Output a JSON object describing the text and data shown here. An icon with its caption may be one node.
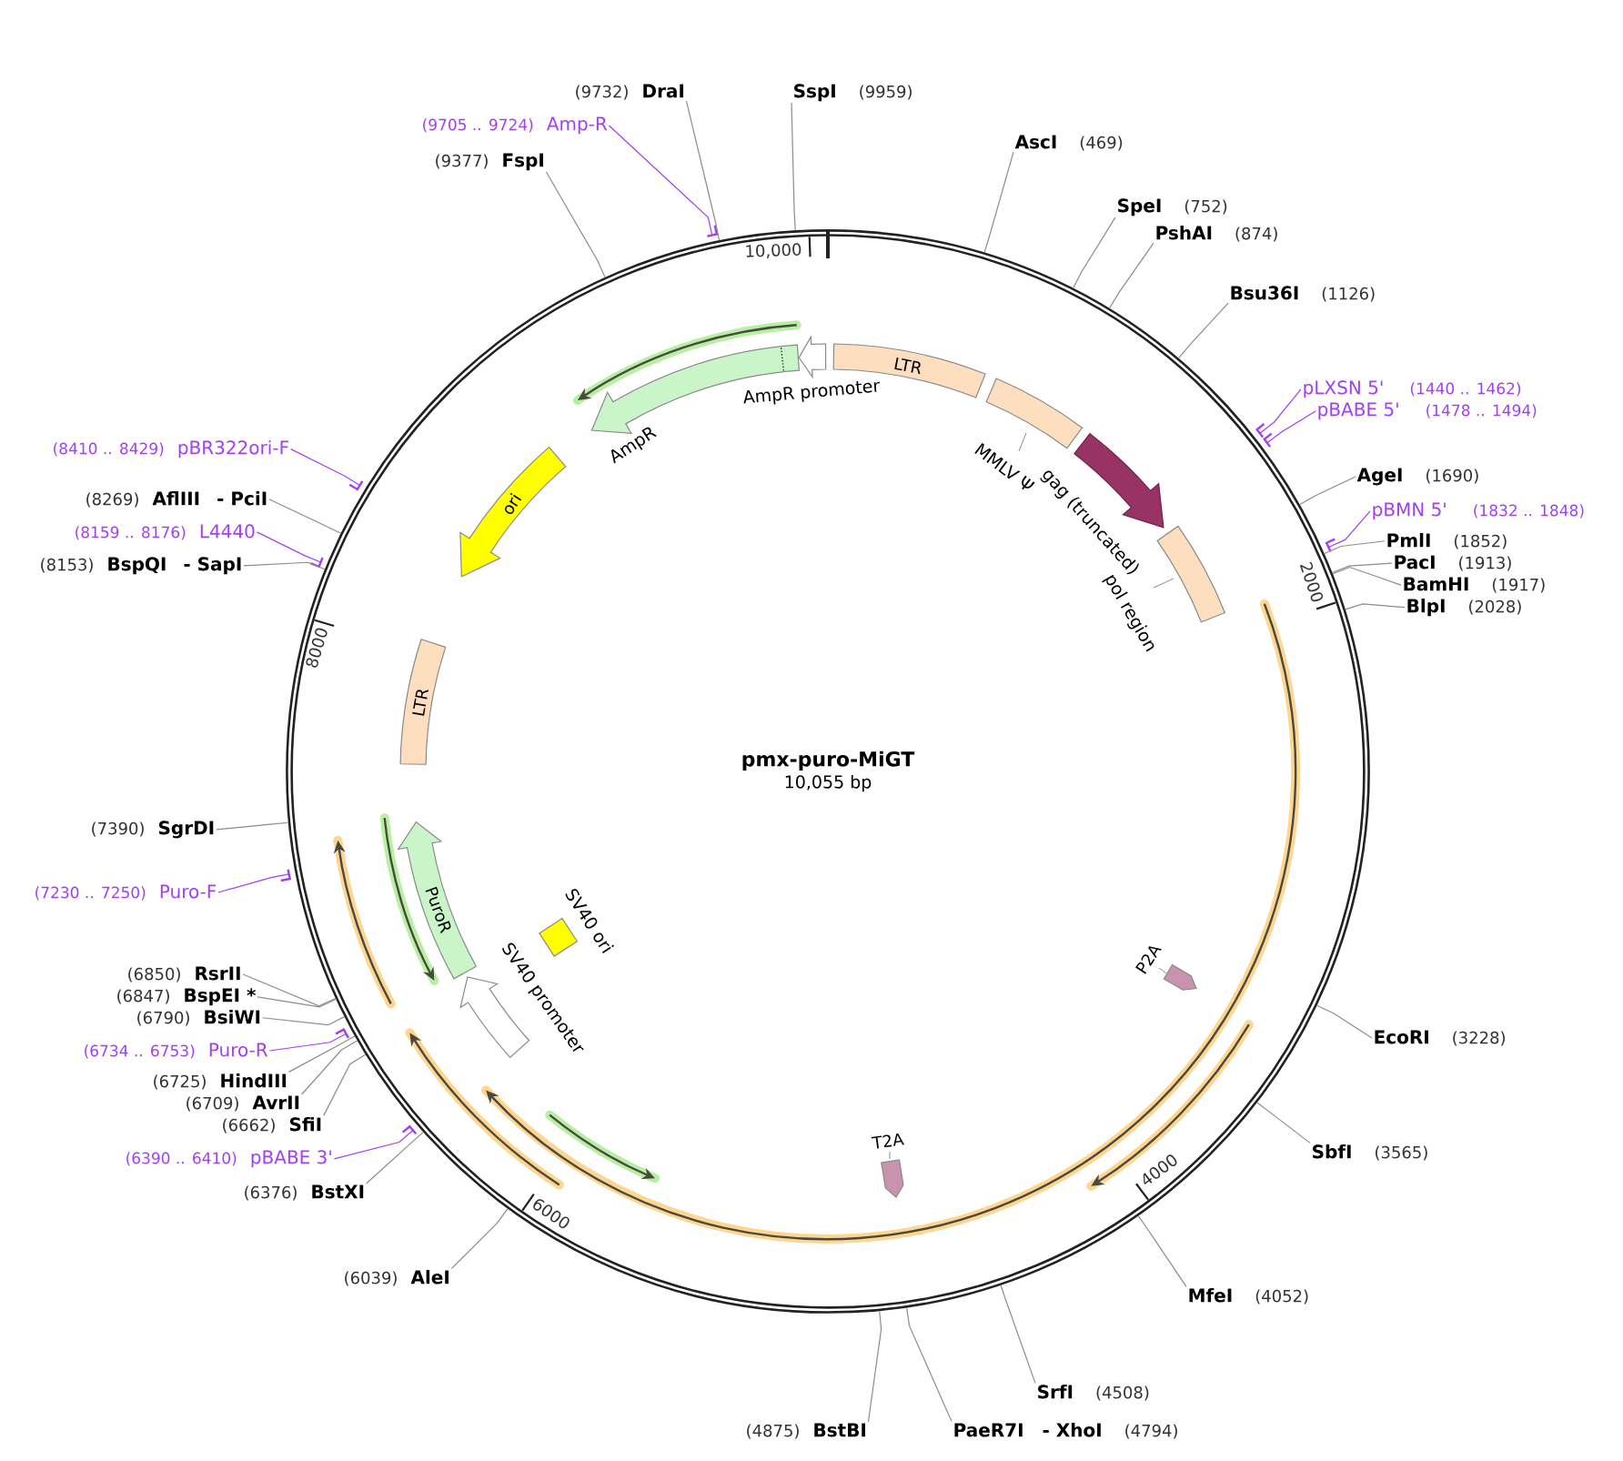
{
  "diagram": {
    "nodes": [
      {
        "text": [
          "pmx-puro-MiGT",
          "10,055 bp"
        ]
      },
      {
        "text": [
          "AmpR promoter"
        ],
        "in": 0
      },
      {
        "text": [
          "LTR"
        ],
        "in": 0
      },
      {
        "text": [
          "AmpR"
        ],
        "in": 0
      },
      {
        "text": [
          "MMLV Ψ"
        ],
        "in": 0
      },
      {
        "text": [
          "gag (truncated)"
        ],
        "in": 0
      },
      {
        "text": [
          "ori"
        ],
        "in": 0
      },
      {
        "text": [
          "pol region"
        ],
        "in": 0
      },
      {
        "text": [
          "LTR"
        ],
        "in": 0
      },
      {
        "text": [
          "PuroR"
        ],
        "in": 0
      },
      {
        "text": [
          "SV40 ori"
        ],
        "in": 0
      },
      {
        "text": [
          "SV40 promoter"
        ],
        "in": 0
      },
      {
        "text": [
          "P2A"
        ],
        "in": 0
      },
      {
        "text": [
          "T2A"
        ],
        "in": 0
      },
      {
        "text": [
          "(9732)",
          "DraI"
        ]
      },
      {
        "text": [
          "SspI",
          "(9959)"
        ]
      },
      {
        "text": [
          "(9705 .. 9724)",
          "Amp-R"
        ]
      },
      {
        "text": [
          "AscI",
          "(469)"
        ]
      },
      {
        "text": [
          "(9377)",
          "FspI"
        ]
      },
      {
        "text": [
          "SpeI",
          "(752)"
        ]
      },
      {
        "text": [
          "PshAI",
          "(874)"
        ]
      },
      {
        "text": [
          "Bsu36I",
          "(1126)"
        ]
      },
      {
        "text": [
          "pLXSN 5'",
          "(1440 .. 1462)"
        ]
      },
      {
        "text": [
          "pBABE 5'",
          "(1478 .. 1494)"
        ]
      },
      {
        "text": [
          "(8410 .. 8429)",
          "pBR322ori-F"
        ]
      },
      {
        "text": [
          "AgeI",
          "(1690)"
        ]
      },
      {
        "text": [
          "(8269)",
          "AflIII",
          "- PciI"
        ]
      },
      {
        "text": [
          "pBMN 5'",
          "(1832 .. 1848)"
        ]
      },
      {
        "text": [
          "(8159 .. 8176)",
          "L4440"
        ]
      },
      {
        "text": [
          "PmlI",
          "(1852)"
        ]
      },
      {
        "text": [
          "(8153)",
          "BspQI",
          "- SapI"
        ]
      },
      {
        "text": [
          "PacI",
          "(1913)"
        ]
      },
      {
        "text": [
          "BamHI",
          "(1917)"
        ]
      },
      {
        "text": [
          "BlpI",
          "(2028)"
        ]
      },
      {
        "text": [
          "(7390)",
          "SgrDI"
        ]
      },
      {
        "text": [
          "(7230 .. 7250)",
          "Puro-F"
        ]
      },
      {
        "text": [
          "(6850)",
          "RsrII"
        ]
      },
      {
        "text": [
          "(6847)",
          "BspEI *"
        ]
      },
      {
        "text": [
          "(6790)",
          "BsiWI"
        ]
      },
      {
        "text": [
          "EcoRI",
          "(3228)"
        ]
      },
      {
        "text": [
          "(6734 .. 6753)",
          "Puro-R"
        ]
      },
      {
        "text": [
          "(6725)",
          "HindIII"
        ]
      },
      {
        "text": [
          "(6709)",
          "AvrII"
        ]
      },
      {
        "text": [
          "(6662)",
          "SfiI"
        ]
      },
      {
        "text": [
          "SbfI",
          "(3565)"
        ]
      },
      {
        "text": [
          "(6390 .. 6410)",
          "pBABE 3'"
        ]
      },
      {
        "text": [
          "(6376)",
          "BstXI"
        ]
      },
      {
        "text": [
          "(6039)",
          "AleI"
        ]
      },
      {
        "text": [
          "MfeI",
          "(4052)"
        ]
      },
      {
        "text": [
          "SrfI",
          "(4508)"
        ]
      },
      {
        "text": [
          "(4875)",
          "BstBI"
        ]
      },
      {
        "text": [
          "PaeR7I",
          "- XhoI",
          "(4794)"
        ]
      }
    ],
    "edges": [
      {
        "from": 14,
        "to": 0,
        "arrow": "none"
      },
      {
        "from": 15,
        "to": 0,
        "arrow": "none"
      },
      {
        "from": 16,
        "to": 0,
        "arrow": "none",
        "color": "#a33ff0"
      },
      {
        "from": 17,
        "to": 0,
        "arrow": "none"
      },
      {
        "from": 18,
        "to": 0,
        "arrow": "none"
      },
      {
        "from": 19,
        "to": 0,
        "arrow": "none"
      },
      {
        "from": 20,
        "to": 0,
        "arrow": "none"
      },
      {
        "from": 21,
        "to": 0,
        "arrow": "none"
      },
      {
        "from": 22,
        "to": 0,
        "arrow": "none",
        "color": "#a33ff0"
      },
      {
        "from": 23,
        "to": 0,
        "arrow": "none",
        "color": "#a33ff0"
      },
      {
        "from": 24,
        "to": 0,
        "arrow": "none",
        "color": "#a33ff0"
      },
      {
        "from": 25,
        "to": 0,
        "arrow": "none"
      },
      {
        "from": 26,
        "to": 0,
        "arrow": "none"
      },
      {
        "from": 27,
        "to": 0,
        "arrow": "none",
        "color": "#a33ff0"
      },
      {
        "from": 28,
        "to": 0,
        "arrow": "none",
        "color": "#a33ff0"
      },
      {
        "from": 29,
        "to": 0,
        "arrow": "none"
      },
      {
        "from": 30,
        "to": 0,
        "arrow": "none"
      },
      {
        "from": 31,
        "to": 0,
        "arrow": "none"
      },
      {
        "from": 32,
        "to": 0,
        "arrow": "none"
      },
      {
        "from": 33,
        "to": 0,
        "arrow": "none"
      },
      {
        "from": 34,
        "to": 0,
        "arrow": "none"
      },
      {
        "from": 35,
        "to": 0,
        "arrow": "none",
        "color": "#a33ff0"
      },
      {
        "from": 36,
        "to": 0,
        "arrow": "none"
      },
      {
        "from": 37,
        "to": 0,
        "arrow": "none"
      },
      {
        "from": 38,
        "to": 0,
        "arrow": "none"
      },
      {
        "from": 39,
        "to": 0,
        "arrow": "none"
      },
      {
        "from": 40,
        "to": 0,
        "arrow": "none",
        "color": "#a33ff0"
      },
      {
        "from": 41,
        "to": 0,
        "arrow": "none"
      },
      {
        "from": 42,
        "to": 0,
        "arrow": "none"
      },
      {
        "from": 43,
        "to": 0,
        "arrow": "none"
      },
      {
        "from": 44,
        "to": 0,
        "arrow": "none"
      },
      {
        "from": 45,
        "to": 0,
        "arrow": "none",
        "color": "#a33ff0"
      },
      {
        "from": 46,
        "to": 0,
        "arrow": "none"
      },
      {
        "from": 47,
        "to": 0,
        "arrow": "none"
      },
      {
        "from": 48,
        "to": 0,
        "arrow": "none"
      },
      {
        "from": 49,
        "to": 0,
        "arrow": "none"
      },
      {
        "from": 50,
        "to": 0,
        "arrow": "none"
      },
      {
        "from": 51,
        "to": 0,
        "arrow": "none"
      }
    ],
    "labels": [
      "10,000",
      "2000",
      "8000",
      "4000",
      "6000"
    ]
  }
}
